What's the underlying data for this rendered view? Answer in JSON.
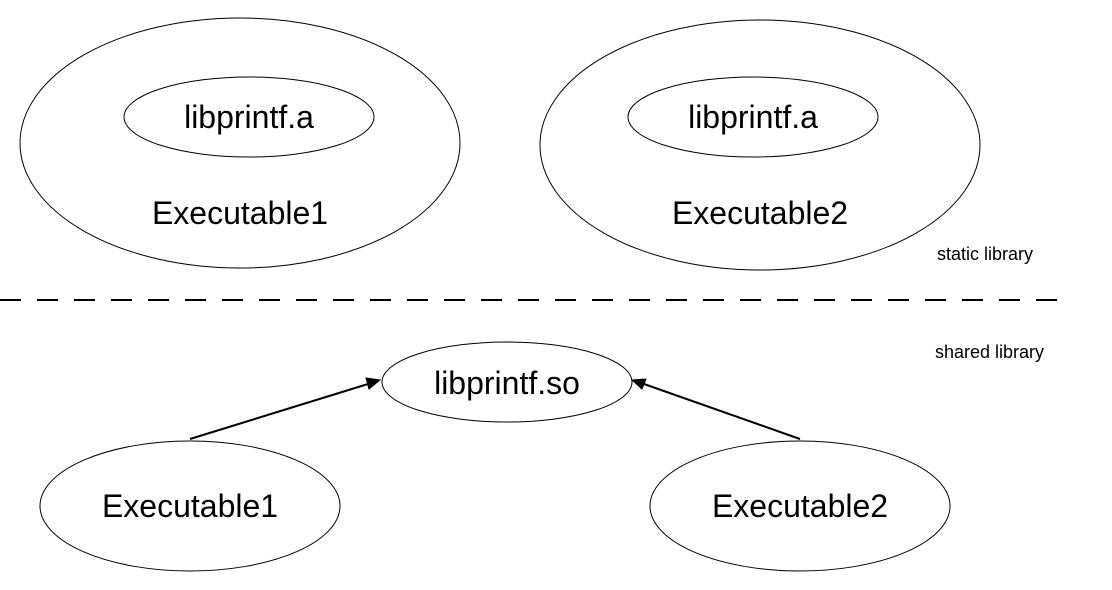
{
  "static_section": {
    "label": "static library",
    "executables": [
      {
        "name": "Executable1",
        "library": "libprintf.a"
      },
      {
        "name": "Executable2",
        "library": "libprintf.a"
      }
    ]
  },
  "shared_section": {
    "label": "shared library",
    "library": "libprintf.so",
    "executables": [
      {
        "name": "Executable1"
      },
      {
        "name": "Executable2"
      }
    ]
  },
  "colors": {
    "stroke": "#000000",
    "fill": "#ffffff"
  }
}
